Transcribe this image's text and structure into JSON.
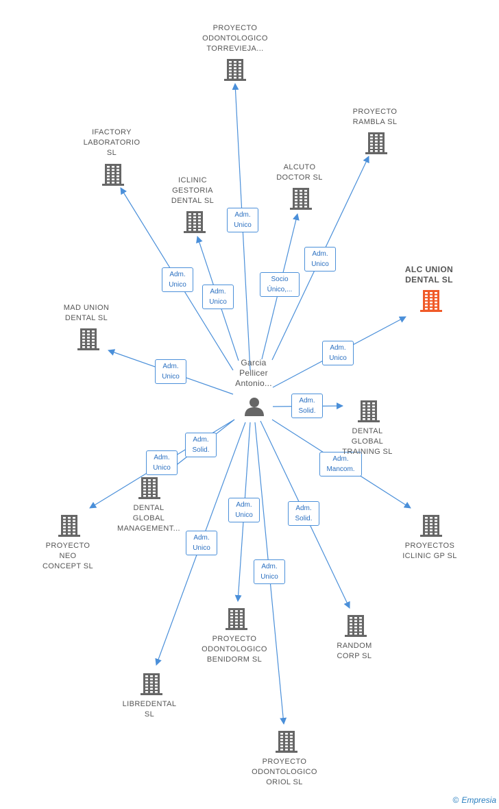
{
  "colors": {
    "edge": "#4a8fd9",
    "building": "#666666",
    "highlight": "#f05a28"
  },
  "person": {
    "label": "Garcia\nPellicer\nAntonio..."
  },
  "nodes": [
    {
      "id": "torrevieja",
      "label": "PROYECTO\nODONTOLOGICO\nTORREVIEJA...",
      "highlight": false
    },
    {
      "id": "rambla",
      "label": "PROYECTO\nRAMBLA  SL",
      "highlight": false
    },
    {
      "id": "ifactory",
      "label": "IFACTORY\nLABORATORIO\nSL",
      "highlight": false
    },
    {
      "id": "iclinic_gestoria",
      "label": "ICLINIC\nGESTORIA\nDENTAL  SL",
      "highlight": false
    },
    {
      "id": "alcuto",
      "label": "ALCUTO\nDOCTOR SL",
      "highlight": false
    },
    {
      "id": "alc_union",
      "label": "ALC UNION\nDENTAL  SL",
      "highlight": true
    },
    {
      "id": "mad_union",
      "label": "MAD UNION\nDENTAL  SL",
      "highlight": false
    },
    {
      "id": "dental_training",
      "label": "DENTAL\nGLOBAL\nTRAINING  SL",
      "highlight": false
    },
    {
      "id": "dental_management",
      "label": "DENTAL\nGLOBAL\nMANAGEMENT...",
      "highlight": false
    },
    {
      "id": "neo_concept",
      "label": "PROYECTO\nNEO\nCONCEPT SL",
      "highlight": false
    },
    {
      "id": "iclinic_gp",
      "label": "PROYECTOS\nICLINIC GP  SL",
      "highlight": false
    },
    {
      "id": "benidorm",
      "label": "PROYECTO\nODONTOLOGICO\nBENIDORM  SL",
      "highlight": false
    },
    {
      "id": "random",
      "label": "RANDOM\nCORP  SL",
      "highlight": false
    },
    {
      "id": "libredental",
      "label": "LIBREDENTAL\nSL",
      "highlight": false
    },
    {
      "id": "oriol",
      "label": "PROYECTO\nODONTOLOGICO\nORIOL  SL",
      "highlight": false
    }
  ],
  "edges": [
    {
      "target": "torrevieja",
      "label": "Adm.\nUnico"
    },
    {
      "target": "rambla",
      "label": "Adm.\nUnico"
    },
    {
      "target": "ifactory",
      "label": "Adm.\nUnico"
    },
    {
      "target": "iclinic_gestoria",
      "label": "Adm.\nUnico"
    },
    {
      "target": "alcuto",
      "label": "Socio\nÚnico,..."
    },
    {
      "target": "alc_union",
      "label": "Adm.\nUnico"
    },
    {
      "target": "mad_union",
      "label": "Adm.\nUnico"
    },
    {
      "target": "dental_training",
      "label": "Adm.\nSolid."
    },
    {
      "target": "dental_management",
      "label": "Adm.\nSolid."
    },
    {
      "target": "neo_concept",
      "label": "Adm.\nUnico"
    },
    {
      "target": "iclinic_gp",
      "label": "Adm.\nMancom."
    },
    {
      "target": "benidorm",
      "label": "Adm.\nUnico"
    },
    {
      "target": "random",
      "label": "Adm.\nSolid."
    },
    {
      "target": "libredental",
      "label": "Adm.\nUnico"
    },
    {
      "target": "oriol",
      "label": "Adm.\nUnico"
    }
  ],
  "watermark": {
    "copyright": "©",
    "brand": "Empresia"
  }
}
